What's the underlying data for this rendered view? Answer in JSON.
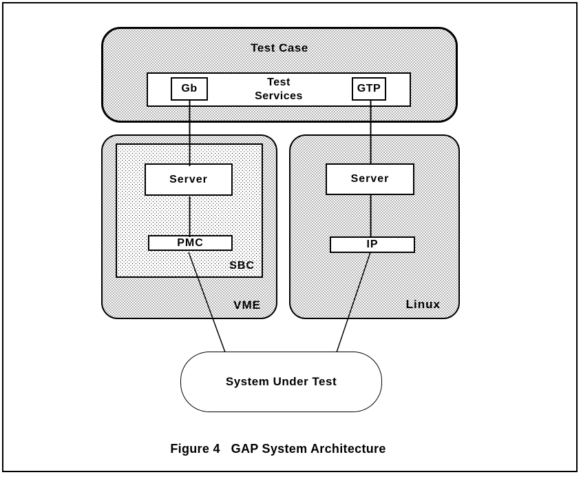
{
  "figure_caption": "Figure 4   GAP System Architecture",
  "test_case": {
    "title": "Test Case",
    "test_services": {
      "line1": "Test",
      "line2": "Services",
      "gb": "Gb",
      "gtp": "GTP"
    }
  },
  "vme": {
    "label": "VME",
    "sbc": {
      "label": "SBC",
      "server": "Server",
      "pmc": "PMC"
    }
  },
  "linux_host": {
    "label": "Linux",
    "server": "Server",
    "ip": "IP"
  },
  "system_under_test": {
    "label": "System Under Test"
  },
  "colors": {
    "ink": "#000000",
    "paper": "#ffffff"
  },
  "connectors": [
    {
      "from": "Gb",
      "to": "Server (VME SBC)"
    },
    {
      "from": "GTP",
      "to": "Server (Linux)"
    },
    {
      "from": "Server (VME SBC)",
      "to": "PMC"
    },
    {
      "from": "Server (Linux)",
      "to": "IP"
    },
    {
      "from": "PMC",
      "to": "System Under Test"
    },
    {
      "from": "IP",
      "to": "System Under Test"
    }
  ]
}
